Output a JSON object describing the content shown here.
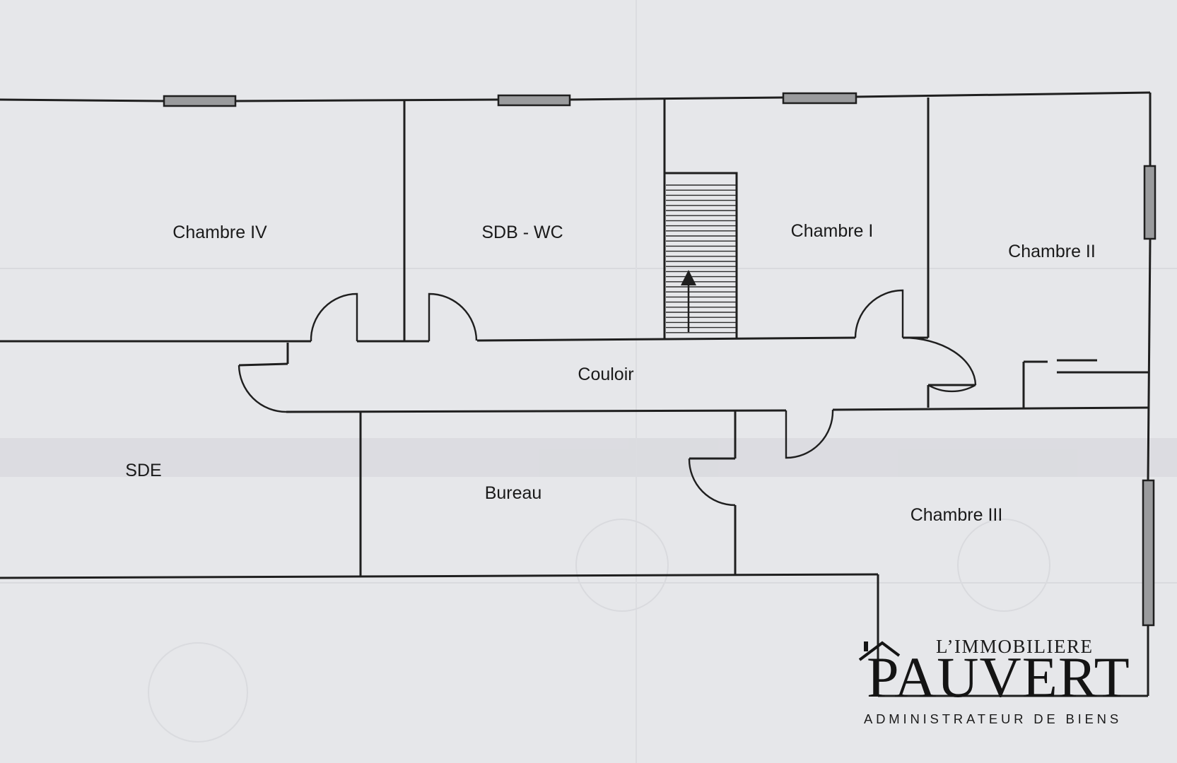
{
  "rooms": {
    "chambre_iv": "Chambre IV",
    "sdb_wc": "SDB - WC",
    "chambre_i": "Chambre I",
    "chambre_ii": "Chambre II",
    "couloir": "Couloir",
    "sde": "SDE",
    "bureau": "Bureau",
    "chambre_iii": "Chambre III"
  },
  "logo": {
    "top_line": "L’IMMOBILIERE",
    "brand": "PAUVERT",
    "tagline": "ADMINISTRATEUR DE BIENS"
  },
  "colors": {
    "paper": "#e6e7ea",
    "ink": "#1f1f1f",
    "window_fill": "#9a9b9d"
  },
  "icons": {
    "stairs": "staircase-icon",
    "arrow": "arrow-up-icon",
    "logo_roof": "house-roof-icon"
  }
}
